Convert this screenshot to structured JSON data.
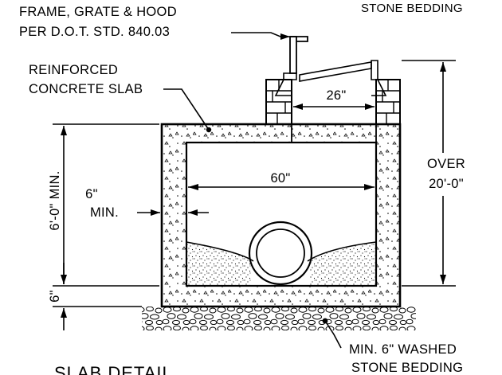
{
  "labels": {
    "top_right_partial": "STONE BEDDING",
    "frame_line1": "FRAME, GRATE & HOOD",
    "frame_line2": "PER D.O.T. STD. 840.03",
    "slab_line1": "REINFORCED",
    "slab_line2": "CONCRETE SLAB",
    "dim_opening": "26\"",
    "dim_height": "6'-0\" MIN.",
    "dim_inner_width": "60\"",
    "dim_wall_line1": "6\"",
    "dim_wall_line2": "MIN.",
    "dim_over_line1": "OVER",
    "dim_over_line2": "20'-0\"",
    "dim_base": "6\"",
    "bedding_line1": "MIN. 6\" WASHED",
    "bedding_line2": "STONE BEDDING",
    "title": "SLAB DETAIL"
  },
  "colors": {
    "ink": "#000000",
    "paper": "#ffffff"
  }
}
